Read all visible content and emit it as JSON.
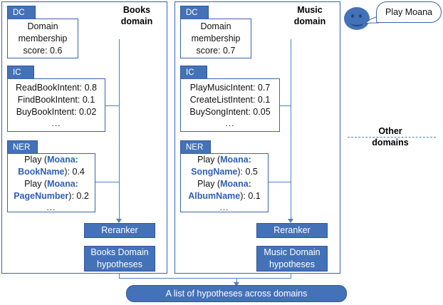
{
  "user": {
    "avatar_name": "user-smiley-avatar",
    "utterance": "Play Moana"
  },
  "domains": [
    {
      "id": "books",
      "heading_line1": "Books",
      "heading_line2": "domain",
      "dc": {
        "tab": "DC",
        "lines": [
          "Domain",
          "membership",
          "score: 0.6"
        ]
      },
      "ic": {
        "tab": "IC",
        "lines": [
          "ReadBookIntent: 0.8",
          "FindBookIntent: 0.1",
          "BuyBookIntent: 0.02"
        ],
        "ellipsis": "..."
      },
      "ner": {
        "tab": "NER",
        "hypotheses": [
          {
            "prefix": "Play (",
            "entity": "Moana:",
            "type": "BookName",
            "suffix": "): 0.4"
          },
          {
            "prefix": "Play (",
            "entity": "Moana:",
            "type": "PageNumber",
            "suffix": "): 0.2"
          }
        ],
        "ellipsis": "..."
      },
      "reranker": "Reranker",
      "output_line1": "Books Domain",
      "output_line2": "hypotheses"
    },
    {
      "id": "music",
      "heading_line1": "Music",
      "heading_line2": "domain",
      "dc": {
        "tab": "DC",
        "lines": [
          "Domain",
          "membership",
          "score: 0.7"
        ]
      },
      "ic": {
        "tab": "IC",
        "lines": [
          "PlayMusicIntent: 0.7",
          "CreateListIntent: 0.1",
          "BuySongIntent: 0.05"
        ],
        "ellipsis": "..."
      },
      "ner": {
        "tab": "NER",
        "hypotheses": [
          {
            "prefix": "Play (",
            "entity": "Moana:",
            "type": "SongName",
            "suffix": "): 0.5"
          },
          {
            "prefix": "Play (",
            "entity": "Moana:",
            "type": "AlbumName",
            "suffix": "): 0.1"
          }
        ],
        "ellipsis": "..."
      },
      "reranker": "Reranker",
      "output_line1": "Music Domain",
      "output_line2": "hypotheses"
    }
  ],
  "other_domains": {
    "line1": "Other",
    "line2": "domains"
  },
  "final": {
    "label": "A list of hypotheses across domains"
  },
  "colors": {
    "accent_blue": "#4472b8",
    "border_blue": "#3a63ad",
    "connector_blue": "#4f7fc4",
    "entity_blue": "#2f5fb5"
  }
}
